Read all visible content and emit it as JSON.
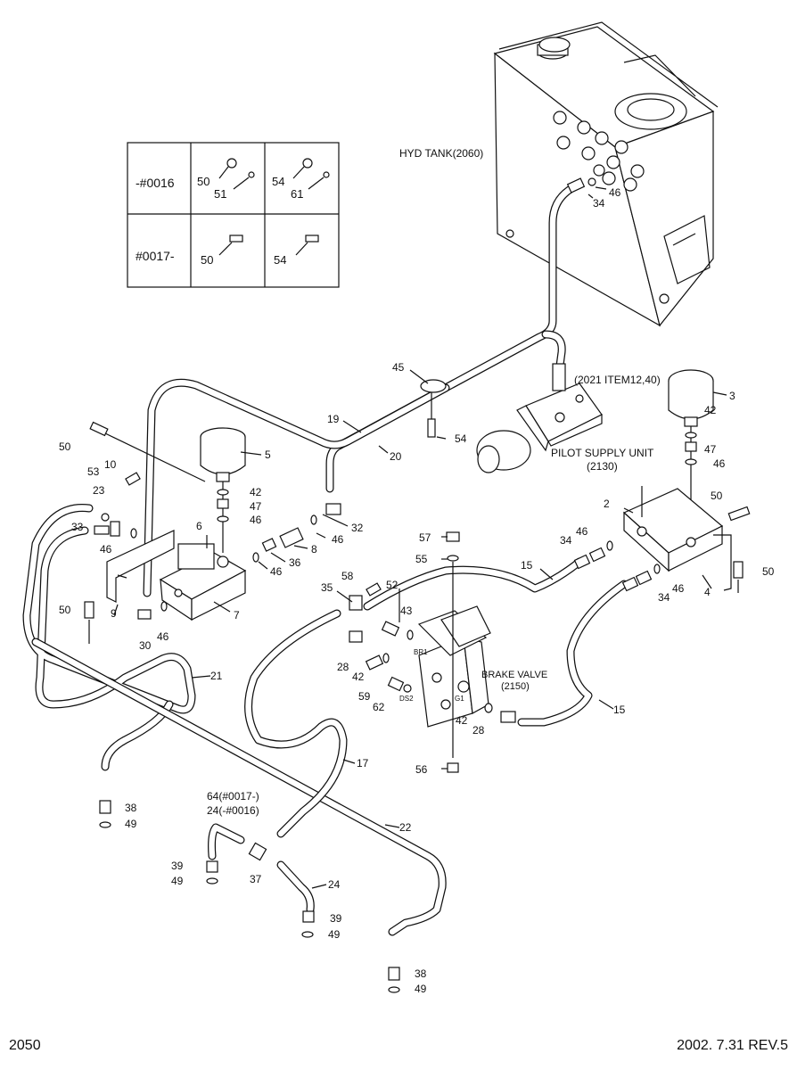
{
  "footer": {
    "page_no": "2050",
    "date_rev": "2002. 7.31  REV.5"
  },
  "table": {
    "rows": [
      {
        "serial": "-#0016",
        "cell1": [
          "50",
          "51"
        ],
        "cell2": [
          "54",
          "61"
        ]
      },
      {
        "serial": "#0017-",
        "cell1": [
          "50"
        ],
        "cell2": [
          "54"
        ]
      }
    ]
  },
  "components": {
    "hyd_tank": "HYD TANK(2060)",
    "item_ref": "(2021 ITEM12,40)",
    "pilot_supply_1": "PILOT SUPPLY UNIT",
    "pilot_supply_2": "(2130)",
    "brake_valve_1": "BRAKE VALVE",
    "brake_valve_2": "(2150)",
    "port_br1": "BR1",
    "port_ds2": "DS2",
    "port_g1": "G1",
    "note_64": "64(#0017-)",
    "note_24": "24(-#0016)"
  },
  "callouts": [
    "46",
    "34",
    "45",
    "19",
    "20",
    "54",
    "3",
    "42",
    "47",
    "46",
    "50",
    "50",
    "10",
    "53",
    "23",
    "33",
    "46",
    "9",
    "50",
    "5",
    "42",
    "47",
    "46",
    "6",
    "32",
    "46",
    "8",
    "36",
    "46",
    "7",
    "30",
    "46",
    "2",
    "57",
    "55",
    "46",
    "34",
    "15",
    "4",
    "50",
    "34",
    "46",
    "58",
    "52",
    "35",
    "43",
    "28",
    "42",
    "59",
    "62",
    "42",
    "28",
    "15",
    "21",
    "17",
    "22",
    "56",
    "38",
    "49",
    "39",
    "49",
    "37",
    "24",
    "39",
    "49",
    "38",
    "49"
  ]
}
